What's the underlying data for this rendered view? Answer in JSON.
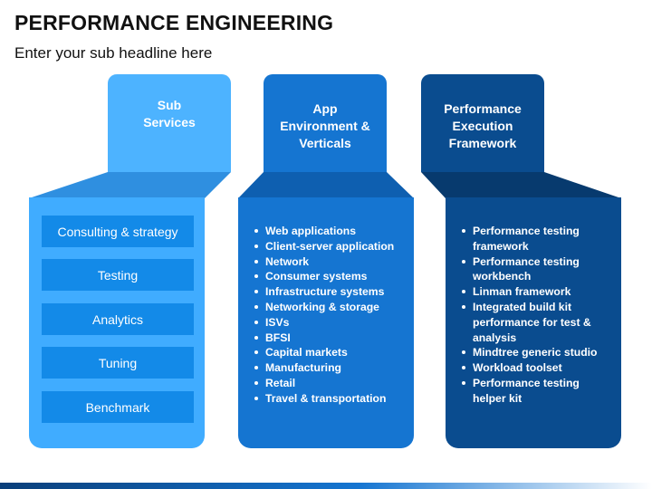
{
  "slide": {
    "title": "PERFORMANCE ENGINEERING",
    "subtitle": "Enter your sub headline here"
  },
  "colors": {
    "light_blue": "#4db3ff",
    "mid_blue": "#1575d1",
    "dark_blue": "#0a4c8f"
  },
  "columns": [
    {
      "heading_lines": [
        "Sub",
        "Services"
      ],
      "items": [
        "Consulting & strategy",
        "Testing",
        "Analytics",
        "Tuning",
        "Benchmark"
      ]
    },
    {
      "heading_lines": [
        "App",
        "Environment &",
        "Verticals"
      ],
      "items": [
        "Web applications",
        "Client-server application",
        "Network",
        "Consumer systems",
        "Infrastructure systems",
        "Networking & storage",
        "ISVs",
        "BFSI",
        "Capital markets",
        "Manufacturing",
        "Retail",
        "Travel & transportation"
      ]
    },
    {
      "heading_lines": [
        "Performance",
        "Execution",
        "Framework"
      ],
      "items": [
        "Performance testing",
        "framework",
        "Performance testing",
        "workbench",
        "Linman framework",
        "Integrated build kit",
        "performance for test &",
        "analysis",
        "Mindtree generic studio",
        "Workload toolset",
        "Performance testing",
        "helper kit"
      ]
    }
  ]
}
